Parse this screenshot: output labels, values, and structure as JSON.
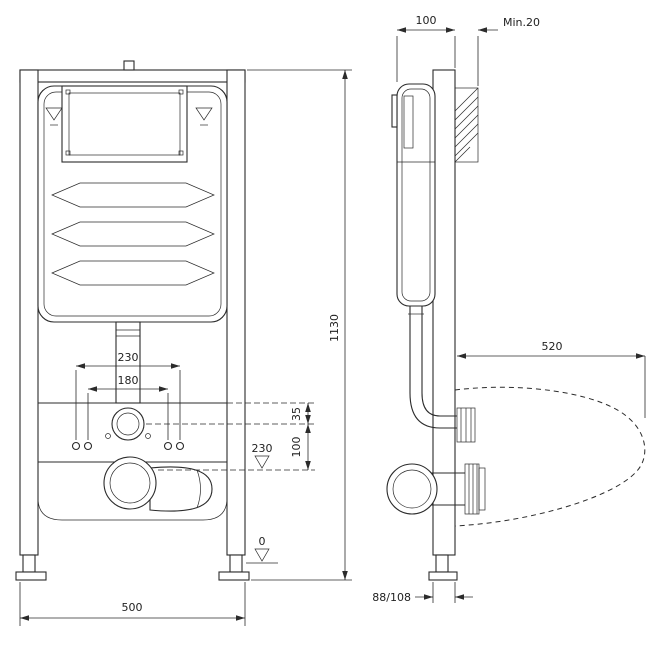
{
  "drawing": {
    "front": {
      "dim_bolt_outer": "230",
      "dim_bolt_inner": "180",
      "dim_inlet_offset": "35",
      "dim_drain_offset": "100",
      "level_drain": "230",
      "level_floor": "0",
      "dim_width": "500",
      "dim_height": "1130"
    },
    "side": {
      "dim_depth": "100",
      "dim_wall_min": "Min.20",
      "dim_bowl_depth": "520",
      "dim_outlet": "88/108"
    }
  }
}
